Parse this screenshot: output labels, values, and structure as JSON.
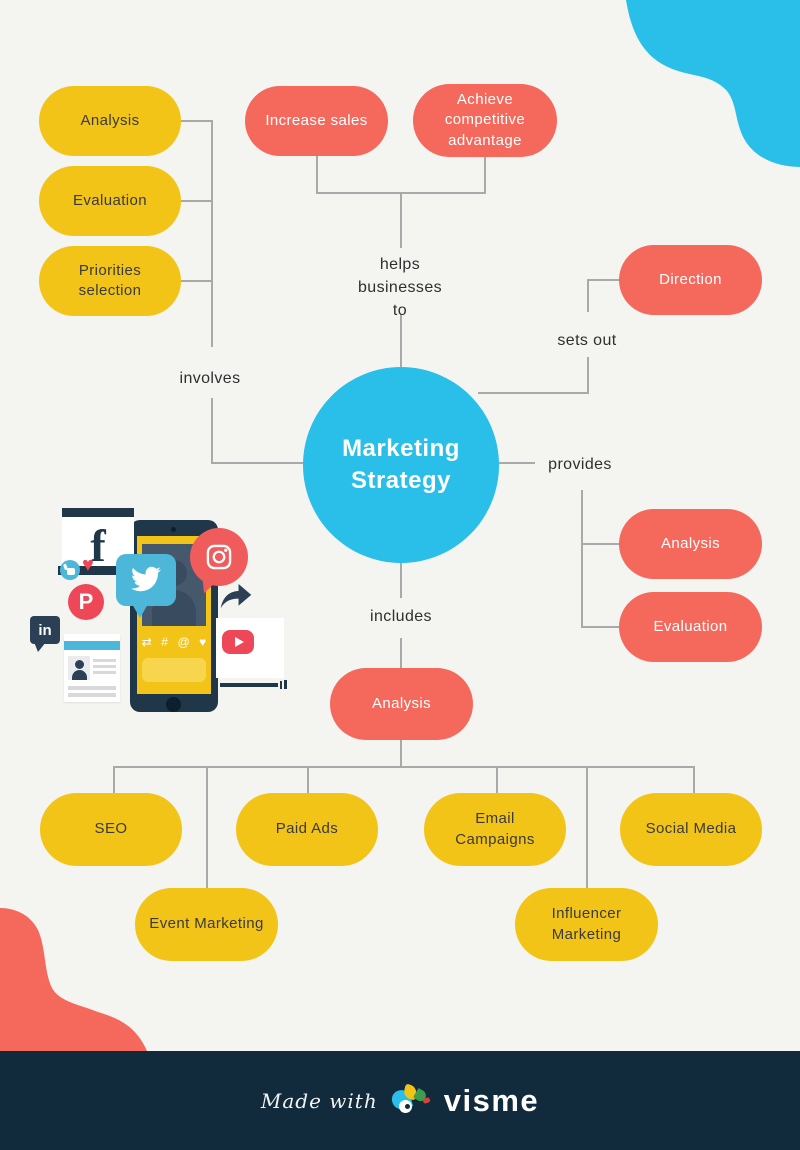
{
  "colors": {
    "background": "#F4F4F1",
    "yellow": "#F2C417",
    "salmon": "#F4695C",
    "blue": "#29BFE8",
    "navy": "#122B3C",
    "connector_gray": "#A9A9A9"
  },
  "center": "Marketing Strategy",
  "edge_labels": {
    "helps": "helps businesses to",
    "sets_out": "sets out",
    "involves": "involves",
    "provides": "provides",
    "includes": "includes"
  },
  "goals": [
    "Increase sales",
    "Achieve competitive advantage"
  ],
  "involves_nodes": [
    "Analysis",
    "Evaluation",
    "Priorities selection"
  ],
  "sets_out_node": "Direction",
  "provides_nodes": [
    "Analysis",
    "Evaluation"
  ],
  "includes_node": "Analysis",
  "channels": [
    "SEO",
    "Event Marketing",
    "Paid Ads",
    "Email Campaigns",
    "Influencer Marketing",
    "Social Media"
  ],
  "illustration": {
    "facebook": "f",
    "pinterest": "P",
    "linkedin": "in",
    "heart": "♥",
    "screen_icons": [
      "⇄",
      "#",
      "@",
      "♥"
    ]
  },
  "footer": {
    "made_with": "Made with",
    "brand": "visme"
  }
}
